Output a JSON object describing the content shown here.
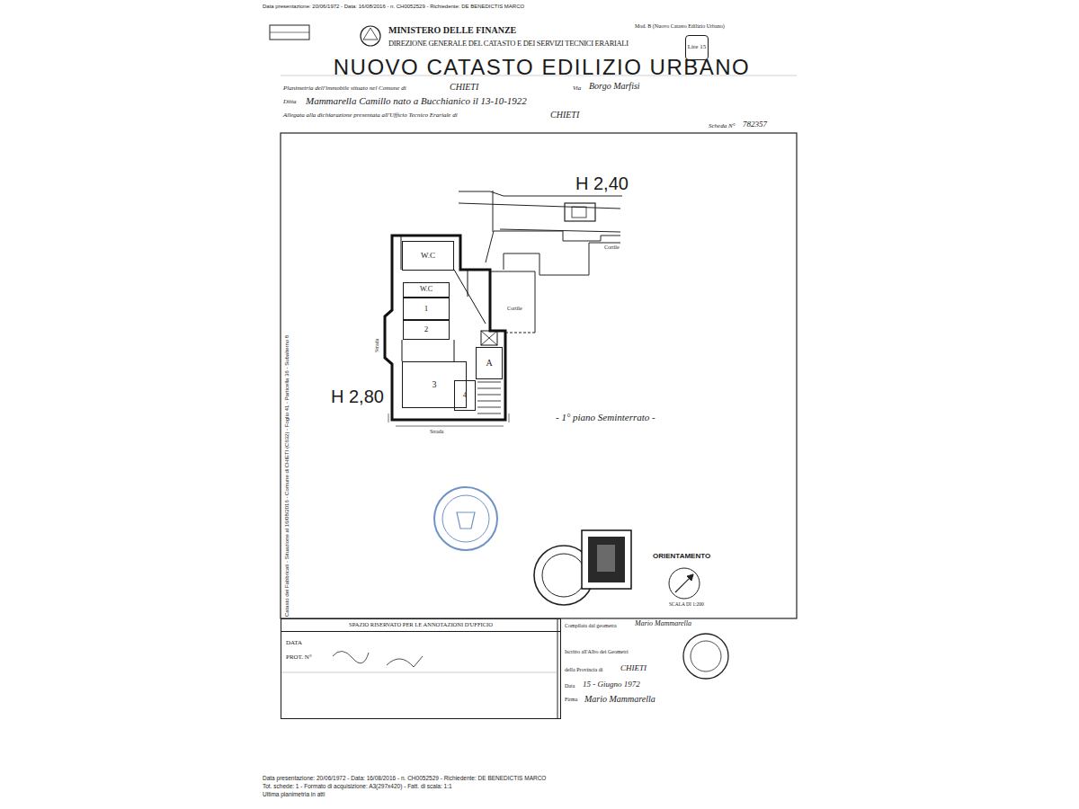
{
  "diagram": {
    "title": "NUOVO CATASTO EDILIZIO URBANO",
    "nodes": [
      {
        "text": [
          "Lire 15"
        ]
      },
      {
        "text": [
          "W.C"
        ]
      },
      {
        "text": [
          "W.C"
        ]
      },
      {
        "text": [
          "1"
        ]
      },
      {
        "text": [
          "2"
        ]
      },
      {
        "text": [
          "3"
        ]
      },
      {
        "text": [
          "4"
        ]
      },
      {
        "text": [
          "A"
        ]
      },
      {
        "text": [
          "SPAZIO RISERVATO PER LE ANNOTAZIONI D'UFFICIO"
        ]
      }
    ],
    "labels": [
      "Data presentazione: 20/06/1972 - Data: 16/08/2016 - n. CH0052529 - Richiedente: DE BENEDICTIS MARCO",
      "MINISTERO DELLE FINANZE",
      "Mod. B (Nuovo Catasto Edilizio Urbano)",
      "DIREZIONE GENERALE DEL CATASTO E DEI SERVIZI TECNICI ERARIALI",
      "Planimetria dell'immobile situato nel Comune di",
      "CHIETI",
      "Via",
      "Borgo Marfisi",
      "Ditta",
      "Mammarella Camillo nato a Bucchianico il 13-10-1922",
      "Allegata alla dichiarazione presentata all'Ufficio Tecnico Erariale di",
      "CHIETI",
      "Scheda N°",
      "782357",
      "H 2,40",
      "Cortile",
      "Cortile",
      "Strada",
      "Strada",
      "H 2,80",
      "- 1° piano Seminterrato -",
      "Catasto dei Fabbricati - Situazione al 16/08/2016 - Comune di CHIETI (C632) - Foglio 41 - Particella 36 - Subalterno 8",
      "ORIENTAMENTO",
      "SCALA DI 1:200",
      "Compilata dal geometra",
      "Mario Mammarella",
      "Iscritto all'Albo dei Geometri",
      "della Provincia di",
      "CHIETI",
      "Data",
      "15 - Giugno 1972",
      "Firma",
      "Mario Mammarella",
      "DATA",
      "PROT. N°",
      "Data presentazione: 20/06/1972 - Data: 16/08/2016 - n. CH0052529 - Richiedente: DE BENEDICTIS MARCO",
      "Tot. schede: 1 - Formato di acquisizione: A3(297x420) - Fatt. di scala: 1:1",
      "Ultima planimetria in atti"
    ]
  }
}
